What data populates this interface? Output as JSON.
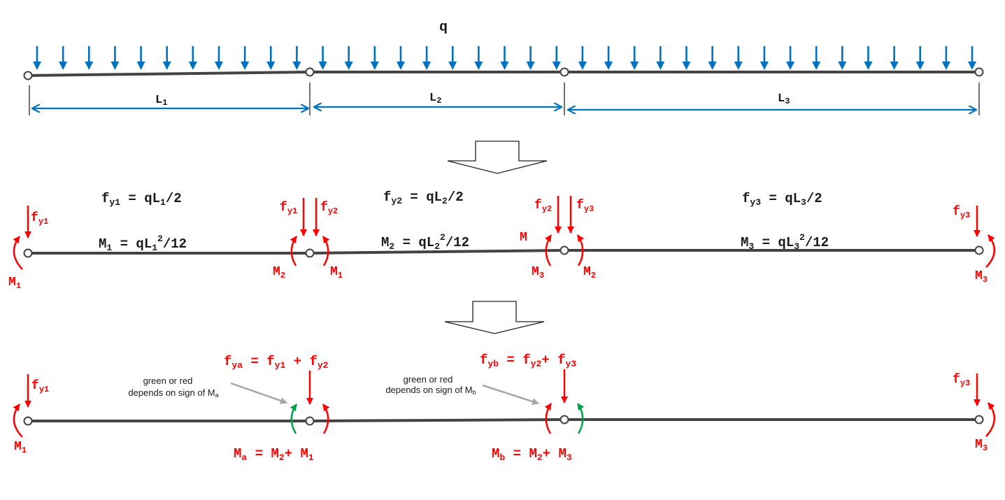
{
  "colors": {
    "beam": "#444444",
    "load": "#0070C0",
    "force": "#FF0000",
    "green": "#00A04A",
    "pointer": "#A6A6A6",
    "text": "#1a1a1a"
  },
  "stage1": {
    "load_label": "q",
    "spans": [
      {
        "base": "L",
        "sub": "1"
      },
      {
        "base": "L",
        "sub": "2"
      },
      {
        "base": "L",
        "sub": "3"
      }
    ]
  },
  "stage2": {
    "equations": [
      {
        "lhs_base": "f",
        "lhs_sub": "y1",
        "rhs_a": " = qL",
        "rhs_sub": "1",
        "rhs_b": "/2"
      },
      {
        "lhs_base": "f",
        "lhs_sub": "y2",
        "rhs_a": " = qL",
        "rhs_sub": "2",
        "rhs_b": "/2"
      },
      {
        "lhs_base": "f",
        "lhs_sub": "y3",
        "rhs_a": " = qL",
        "rhs_sub": "3",
        "rhs_b": "/2"
      }
    ],
    "moment_equations": [
      {
        "lhs_base": "M",
        "lhs_sub": "1",
        "rhs_a": " = qL",
        "rhs_sub": "1",
        "rhs_sup": "2",
        "rhs_b": "/12"
      },
      {
        "lhs_base": "M",
        "lhs_sub": "2",
        "rhs_a": " = qL",
        "rhs_sub": "2",
        "rhs_sup": "2",
        "rhs_b": "/12"
      },
      {
        "lhs_base": "M",
        "lhs_sub": "3",
        "rhs_a": " = qL",
        "rhs_sub": "3",
        "rhs_sup": "2",
        "rhs_b": "/12"
      }
    ],
    "forces": [
      {
        "base": "f",
        "sub": "y1"
      },
      {
        "base": "f",
        "sub": "y1"
      },
      {
        "base": "f",
        "sub": "y2"
      },
      {
        "base": "f",
        "sub": "y2"
      },
      {
        "base": "f",
        "sub": "y3"
      },
      {
        "base": "f",
        "sub": "y3"
      }
    ],
    "moments": [
      {
        "base": "M",
        "sub": "1"
      },
      {
        "base": "M",
        "sub": "2"
      },
      {
        "base": "M",
        "sub": "1"
      },
      {
        "base": "M",
        "sub": "3"
      },
      {
        "base": "M",
        "sub": "2"
      },
      {
        "base": "M",
        "sub": "3"
      }
    ],
    "stray_label": "M"
  },
  "stage3": {
    "force_eqs": [
      {
        "l_base": "f",
        "l_sub": "ya",
        "eq": " = ",
        "a_base": "f",
        "a_sub": "y1",
        "plus": " + ",
        "b_base": "f",
        "b_sub": "y2"
      },
      {
        "l_base": "f",
        "l_sub": "yb",
        "eq": " = ",
        "a_base": "f",
        "a_sub": "y2",
        "plus": "+ ",
        "b_base": "f",
        "b_sub": "y3"
      }
    ],
    "moment_eqs": [
      {
        "l_base": "M",
        "l_sub": "a",
        "eq": " = ",
        "a_base": "M",
        "a_sub": "2",
        "plus": "+ ",
        "b_base": "M",
        "b_sub": "1"
      },
      {
        "l_base": "M",
        "l_sub": "b",
        "eq": " = ",
        "a_base": "M",
        "a_sub": "2",
        "plus": "+ ",
        "b_base": "M",
        "b_sub": "3"
      }
    ],
    "notes": [
      {
        "line1": "green or red",
        "line2": "depends on  sign of M",
        "sub": "a"
      },
      {
        "line1": "green or red",
        "line2": "depends on  sign of M",
        "sub": "b"
      }
    ],
    "end_forces": [
      {
        "base": "f",
        "sub": "y1"
      },
      {
        "base": "f",
        "sub": "y3"
      }
    ],
    "end_moments": [
      {
        "base": "M",
        "sub": "1"
      },
      {
        "base": "M",
        "sub": "3"
      }
    ]
  }
}
